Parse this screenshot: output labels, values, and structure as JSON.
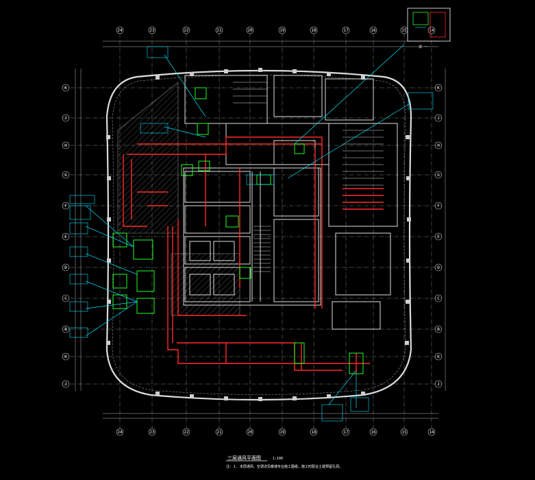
{
  "drawing": {
    "title": "三层通风平面图",
    "scale": "1:100",
    "note_line": "注: 1. 本层通风、空调详见暖通专业施工图纸，施工时配合土建预留孔洞。",
    "detail_caption": "详 一",
    "axis_top": [
      "24",
      "23",
      "22",
      "21",
      "20",
      "19",
      "18",
      "17",
      "16",
      "15",
      "14"
    ],
    "axis_left": [
      "K",
      "J",
      "H",
      "G",
      "F",
      "E",
      "D",
      "C",
      "B"
    ],
    "colors": {
      "background": "#000000",
      "wall": "#ffffff",
      "duct": "#ff2222",
      "equipment": "#00ff00",
      "leader": "#00ffff",
      "grid": "#9a9a9a"
    }
  }
}
